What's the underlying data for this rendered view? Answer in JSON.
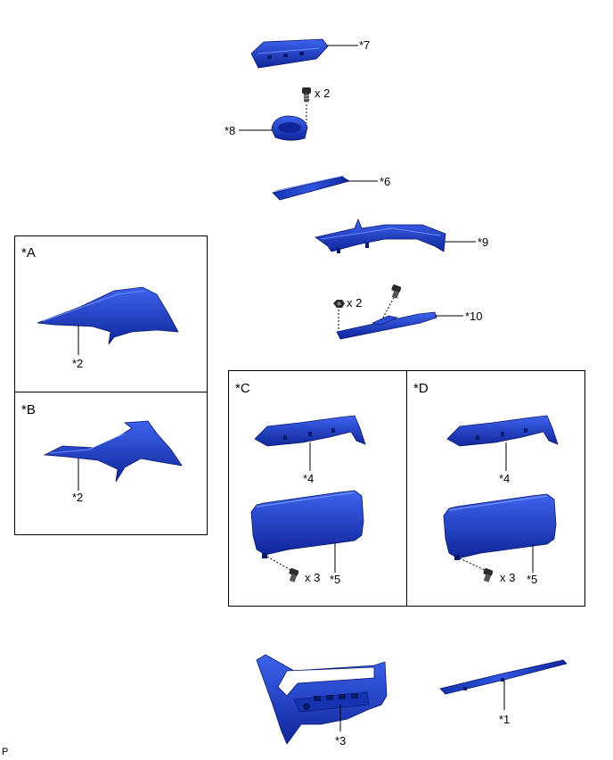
{
  "colors": {
    "part_fill": "#1e3fc8",
    "part_dark": "#0c1f80",
    "part_light": "#3d63ee",
    "line": "#000000"
  },
  "boxes": [
    {
      "id": "A",
      "label": "*A"
    },
    {
      "id": "B",
      "label": "*B"
    },
    {
      "id": "C",
      "label": "*C"
    },
    {
      "id": "D",
      "label": "*D"
    }
  ],
  "callouts": {
    "c7": "*7",
    "c8": "*8",
    "c6": "*6",
    "c9": "*9",
    "c10": "*10",
    "a2": "*2",
    "b2": "*2",
    "c4": "*4",
    "c5": "*5",
    "d4": "*4",
    "d5": "*5",
    "c3": "*3",
    "c1": "*1"
  },
  "quantities": {
    "q8": "x 2",
    "q10": "x 2",
    "qc5": "x 3",
    "qd5": "x 3"
  },
  "corner_code": "P"
}
